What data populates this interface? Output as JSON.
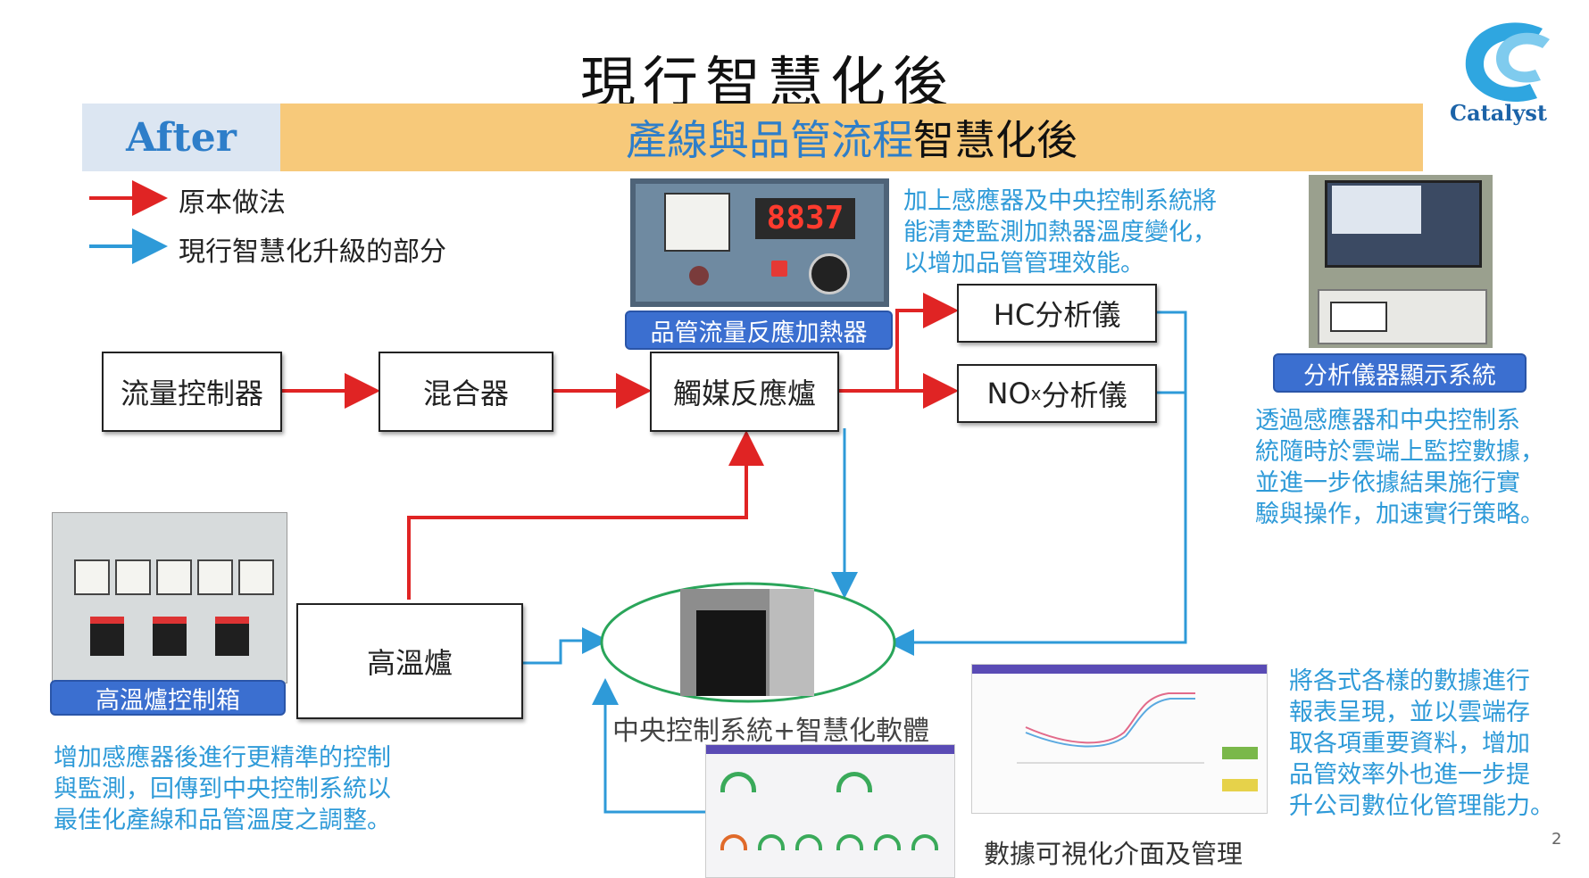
{
  "title": "現行智慧化後",
  "banner": {
    "after": "After",
    "main_blue": "產線與品管流程",
    "main_black": "智慧化後"
  },
  "logo": {
    "text": "Catalyst",
    "color": "#2fa6e0"
  },
  "legend": {
    "red_label": "原本做法",
    "blue_label": "現行智慧化升級的部分",
    "red_color": "#e02424",
    "blue_color": "#2e9ad8"
  },
  "boxes": {
    "flow_controller": "流量控制器",
    "mixer": "混合器",
    "catalyst_reactor": "觸媒反應爐",
    "hc_analyzer": "HC分析儀",
    "nox_prefix": "NO",
    "nox_sub": "x",
    "nox_suffix": "分析儀",
    "furnace": "高溫爐"
  },
  "tags": {
    "heater": "品管流量反應加熱器",
    "analyzer_display": "分析儀器顯示系統",
    "furnace_box": "高溫爐控制箱"
  },
  "captions": {
    "central": "中央控制系統+智慧化軟體",
    "visual": "數據可視化介面及管理"
  },
  "notes": {
    "heater": [
      "加上感應器及中央控制系統將",
      "能清楚監測加熱器溫度變化，",
      "以增加品管管理效能。"
    ],
    "analyzer": [
      "透過感應器和中央控制系",
      "統隨時於雲端上監控數據，",
      "並進一步依據結果施行實",
      "驗與操作，加速實行策略。"
    ],
    "furnace": [
      "增加感應器後進行更精準的控制",
      "與監測，回傳到中央控制系統以",
      "最佳化產線和品管溫度之調整。"
    ],
    "report": [
      "將各式各樣的數據進行",
      "報表呈現，並以雲端存",
      "取各項重要資料，增加",
      "品管效率外也進一步提",
      "升公司數位化管理能力。"
    ]
  },
  "heater_display": "8837",
  "page_number": "2"
}
